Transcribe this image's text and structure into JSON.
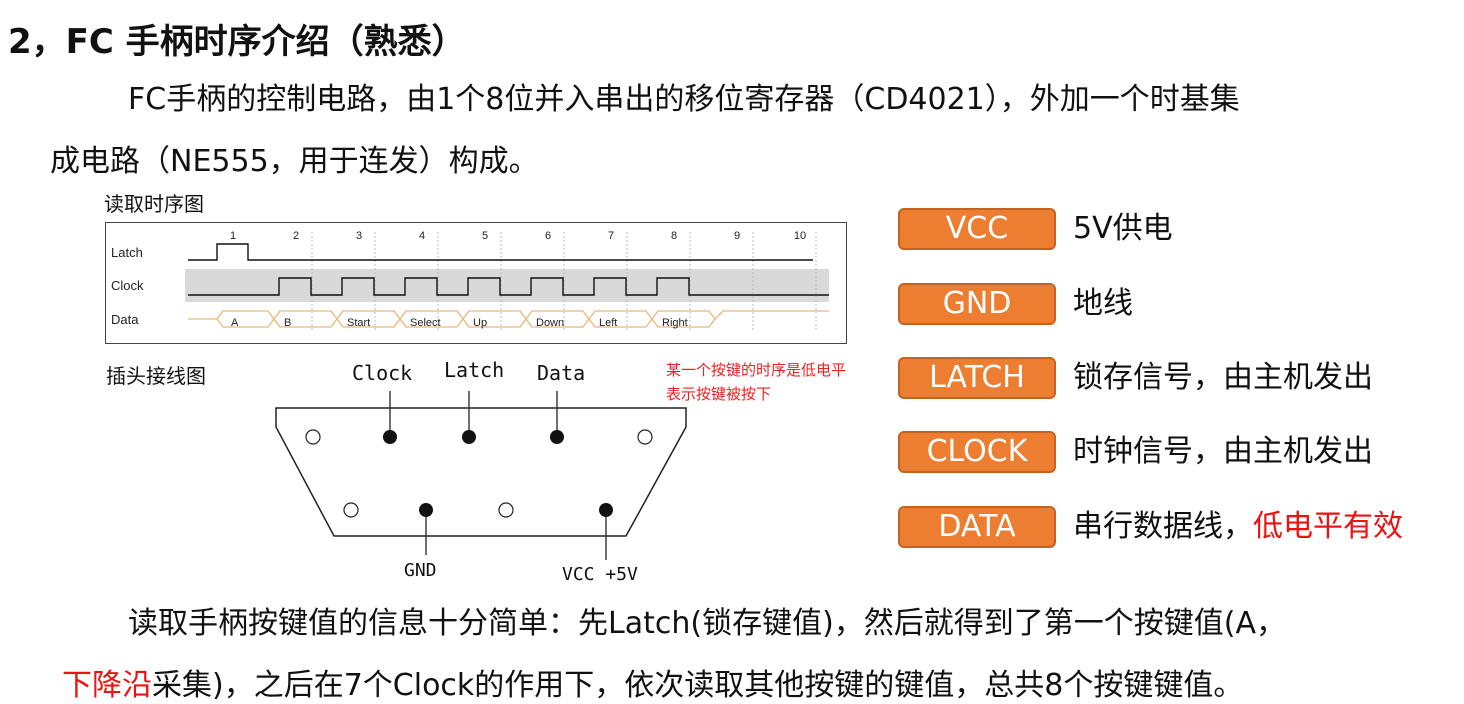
{
  "title": "2，FC 手柄时序介绍（熟悉）",
  "intro": {
    "line1": "FC手柄的控制电路，由1个8位并入串出的移位寄存器（CD4021），外加一个时基集",
    "line2": "成电路（NE555，用于连发）构成。"
  },
  "timing": {
    "label": "读取时序图",
    "row_latch": "Latch",
    "row_clock": "Clock",
    "row_data": "Data",
    "ticks": [
      "1",
      "2",
      "3",
      "4",
      "5",
      "6",
      "7",
      "8",
      "9",
      "10"
    ],
    "data_bits": [
      "A",
      "B",
      "Start",
      "Select",
      "Up",
      "Down",
      "Left",
      "Right"
    ]
  },
  "connector": {
    "label": "插头接线图",
    "pin_clock": "Clock",
    "pin_latch": "Latch",
    "pin_data": "Data",
    "pin_gnd": "GND",
    "pin_vcc": "VCC +5V"
  },
  "note": {
    "line1": "某一个按键的时序是低电平",
    "line2": "表示按键被按下"
  },
  "pins": [
    {
      "name": "VCC",
      "desc": "5V供电"
    },
    {
      "name": "GND",
      "desc": "地线"
    },
    {
      "name": "LATCH",
      "desc": "锁存信号，由主机发出"
    },
    {
      "name": "CLOCK",
      "desc": "时钟信号，由主机发出"
    },
    {
      "name": "DATA",
      "desc": "串行数据线，",
      "desc_highlight": "低电平有效"
    }
  ],
  "summary": {
    "line1": "读取手柄按键值的信息十分简单：先Latch(锁存键值)，然后就得到了第一个按键值(A，",
    "line2_red": "下降沿",
    "line2_rest": "采集)，之后在7个Clock的作用下，依次读取其他按键的键值，总共8个按键键值。"
  },
  "colors": {
    "pill_fill": "#ed7d31",
    "pill_border": "#c4631f",
    "highlight_red": "#ee1111",
    "clock_band": "#d9d9d9",
    "data_trace": "#e8b87a"
  }
}
